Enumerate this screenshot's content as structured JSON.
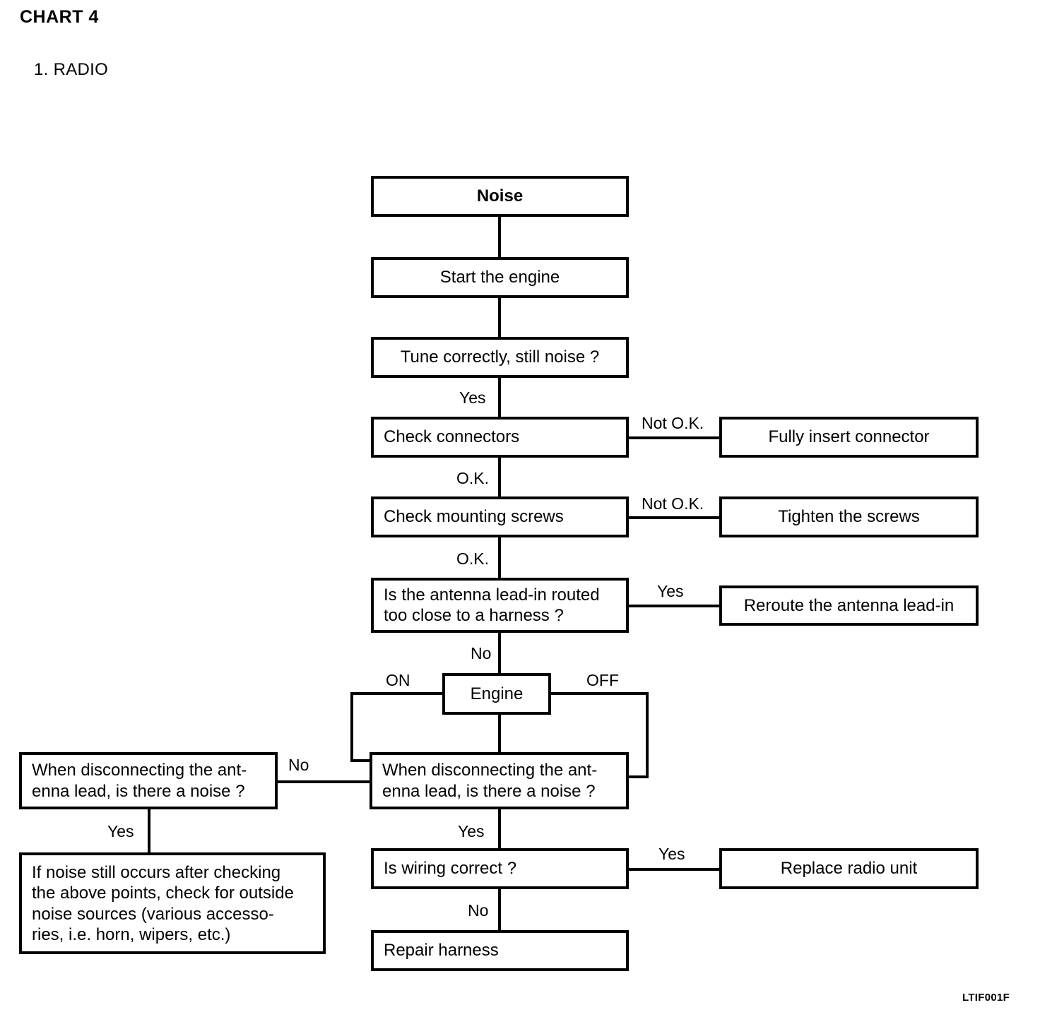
{
  "document": {
    "chart_title": "CHART 4",
    "section_title": "1. RADIO",
    "doc_code": "LTIF001F"
  },
  "nodes": {
    "noise": "Noise",
    "start_engine": "Start the engine",
    "tune": "Tune correctly, still noise ?",
    "check_connectors": "Check connectors",
    "fully_insert": "Fully insert connector",
    "check_screws": "Check mounting screws",
    "tighten_screws": "Tighten the screws",
    "antenna_routed": "Is the antenna lead-in routed\ntoo close to a harness ?",
    "reroute": "Reroute the antenna lead-in",
    "engine": "Engine",
    "disconnect_left": "When disconnecting the ant-\nenna lead, is there a noise ?",
    "disconnect_main": "When disconnecting  the ant-\nenna lead, is there a noise ?",
    "outside_sources": "If noise still occurs after checking\nthe above points, check for outside\nnoise sources (various accesso-\nries, i.e. horn, wipers, etc.)",
    "wiring_correct": "Is wiring correct ?",
    "replace_radio": "Replace radio unit",
    "repair_harness": "Repair harness"
  },
  "edge_labels": {
    "tune_yes": "Yes",
    "connectors_not_ok": "Not O.K.",
    "connectors_ok": "O.K.",
    "screws_not_ok": "Not O.K.",
    "screws_ok": "O.K.",
    "antenna_yes": "Yes",
    "antenna_no": "No",
    "engine_on": "ON",
    "engine_off": "OFF",
    "disconnect_main_no": "No",
    "disconnect_main_yes": "Yes",
    "disconnect_left_yes": "Yes",
    "wiring_yes": "Yes",
    "wiring_no": "No"
  },
  "colors": {
    "ink": "#000000",
    "paper": "#ffffff"
  },
  "chart_data": {
    "type": "diagram",
    "title": "CHART 4 — 1. RADIO troubleshooting flowchart",
    "flow": [
      {
        "from": "Noise",
        "to": "Start the engine",
        "label": ""
      },
      {
        "from": "Start the engine",
        "to": "Tune correctly, still noise ?",
        "label": ""
      },
      {
        "from": "Tune correctly, still noise ?",
        "to": "Check connectors",
        "label": "Yes"
      },
      {
        "from": "Check connectors",
        "to": "Fully insert connector",
        "label": "Not O.K."
      },
      {
        "from": "Check connectors",
        "to": "Check mounting screws",
        "label": "O.K."
      },
      {
        "from": "Check mounting screws",
        "to": "Tighten the screws",
        "label": "Not O.K."
      },
      {
        "from": "Check mounting screws",
        "to": "Is the antenna lead-in routed too close to a harness ?",
        "label": "O.K."
      },
      {
        "from": "Is the antenna lead-in routed too close to a harness ?",
        "to": "Reroute the antenna lead-in",
        "label": "Yes"
      },
      {
        "from": "Is the antenna lead-in routed too close to a harness ?",
        "to": "Engine",
        "label": "No"
      },
      {
        "from": "Engine",
        "to": "When disconnecting the ant-enna lead, is there a noise ? (left)",
        "label": "ON"
      },
      {
        "from": "Engine",
        "to": "When disconnecting the ant-enna lead, is there a noise ? (main)",
        "label": "OFF"
      },
      {
        "from": "When disconnecting the ant-enna lead, is there a noise ? (main)",
        "to": "When disconnecting the ant-enna lead, is there a noise ? (left)",
        "label": "No"
      },
      {
        "from": "When disconnecting the ant-enna lead, is there a noise ? (main)",
        "to": "Is wiring correct ?",
        "label": "Yes"
      },
      {
        "from": "When disconnecting the ant-enna lead, is there a noise ? (left)",
        "to": "If noise still occurs after checking the above points...",
        "label": "Yes"
      },
      {
        "from": "Is wiring correct ?",
        "to": "Replace radio unit",
        "label": "Yes"
      },
      {
        "from": "Is wiring correct ?",
        "to": "Repair harness",
        "label": "No"
      }
    ]
  }
}
